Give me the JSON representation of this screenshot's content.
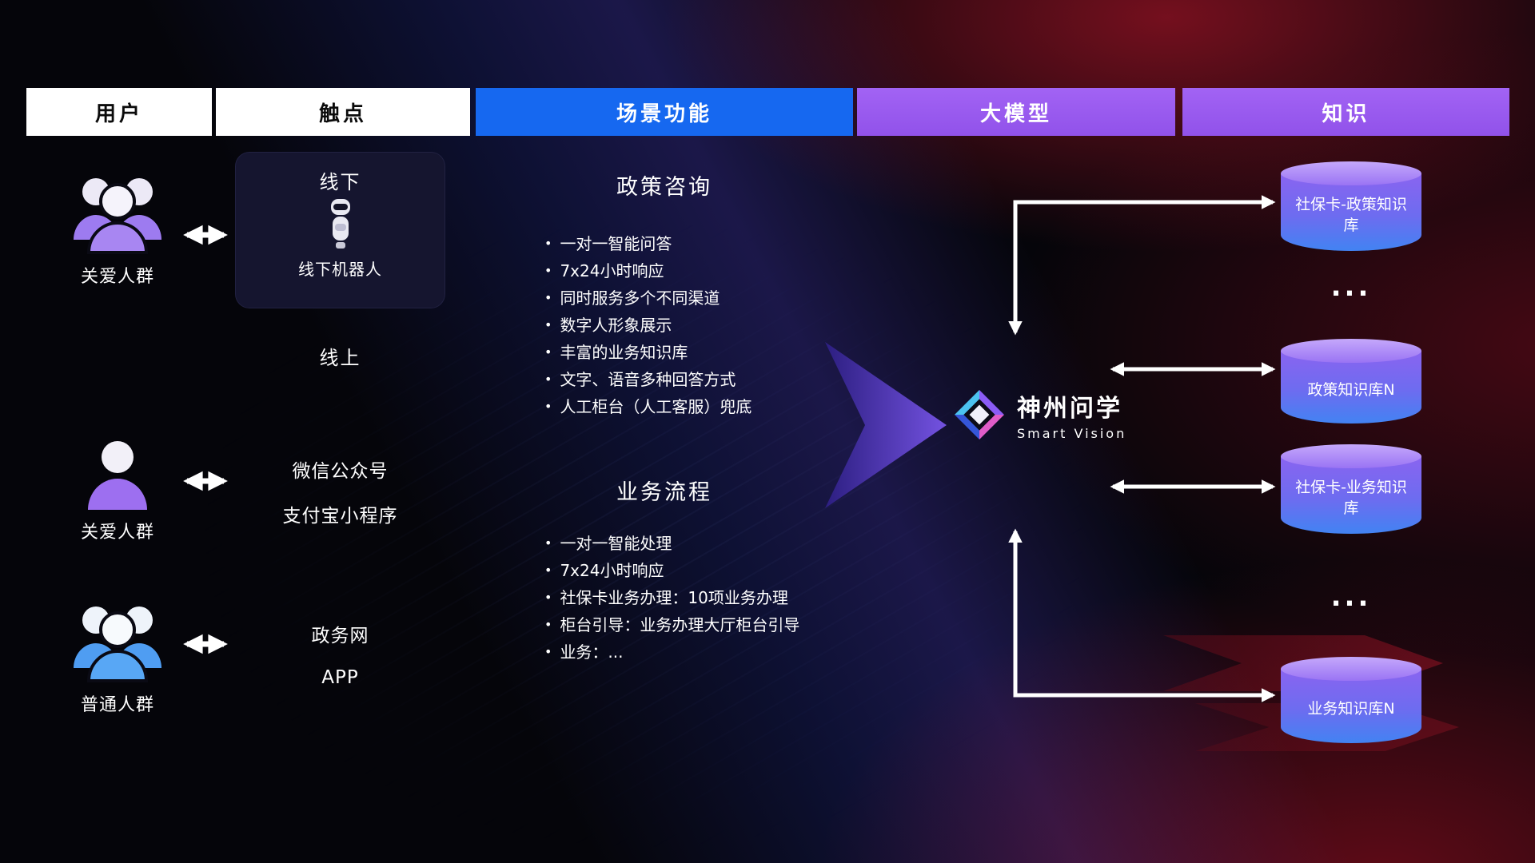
{
  "headers": {
    "users": "用户",
    "touchpoints": "触点",
    "scenarios": "场景功能",
    "model": "大模型",
    "knowledge": "知识"
  },
  "users": [
    {
      "label": "关爱人群",
      "icon": "users-group-icon",
      "color": "#a886f2"
    },
    {
      "label": "关爱人群",
      "icon": "user-icon",
      "color": "#9d6ff0"
    },
    {
      "label": "普通人群",
      "icon": "users-group-icon",
      "color": "#58a7f5"
    }
  ],
  "touchpoints": {
    "offline": {
      "title": "线下",
      "robot": "线下机器人"
    },
    "online_title": "线上",
    "channels": [
      "微信公众号",
      "支付宝小程序",
      "政务网",
      "APP"
    ]
  },
  "scenarios": [
    {
      "title": "政策咨询",
      "items": [
        "一对一智能问答",
        "7x24小时响应",
        "同时服务多个不同渠道",
        "数字人形象展示",
        "丰富的业务知识库",
        "文字、语音多种回答方式",
        "人工柜台（人工客服）兜底"
      ]
    },
    {
      "title": "业务流程",
      "items": [
        "一对一智能处理",
        "7x24小时响应",
        "社保卡业务办理：10项业务办理",
        "柜台引导：业务办理大厅柜台引导",
        "业务：..."
      ]
    }
  ],
  "model": {
    "name": "神州问学",
    "subtitle": "Smart Vision"
  },
  "knowledge": {
    "bases": [
      "社保卡-政策知识库",
      "政策知识库N",
      "社保卡-业务知识库",
      "业务知识库N"
    ],
    "ellipsis": "..."
  },
  "colors": {
    "header_blue": "#1668f0",
    "header_purple": "#9a5cf0",
    "cylinder_top": "#b894f8",
    "cylinder_body_top": "#8a64f0",
    "cylinder_body_bottom": "#4283f2",
    "flow_arrow": "#6b48e8",
    "connector": "#ffffff",
    "background": "#05050a",
    "red_glow": "#b01024"
  }
}
